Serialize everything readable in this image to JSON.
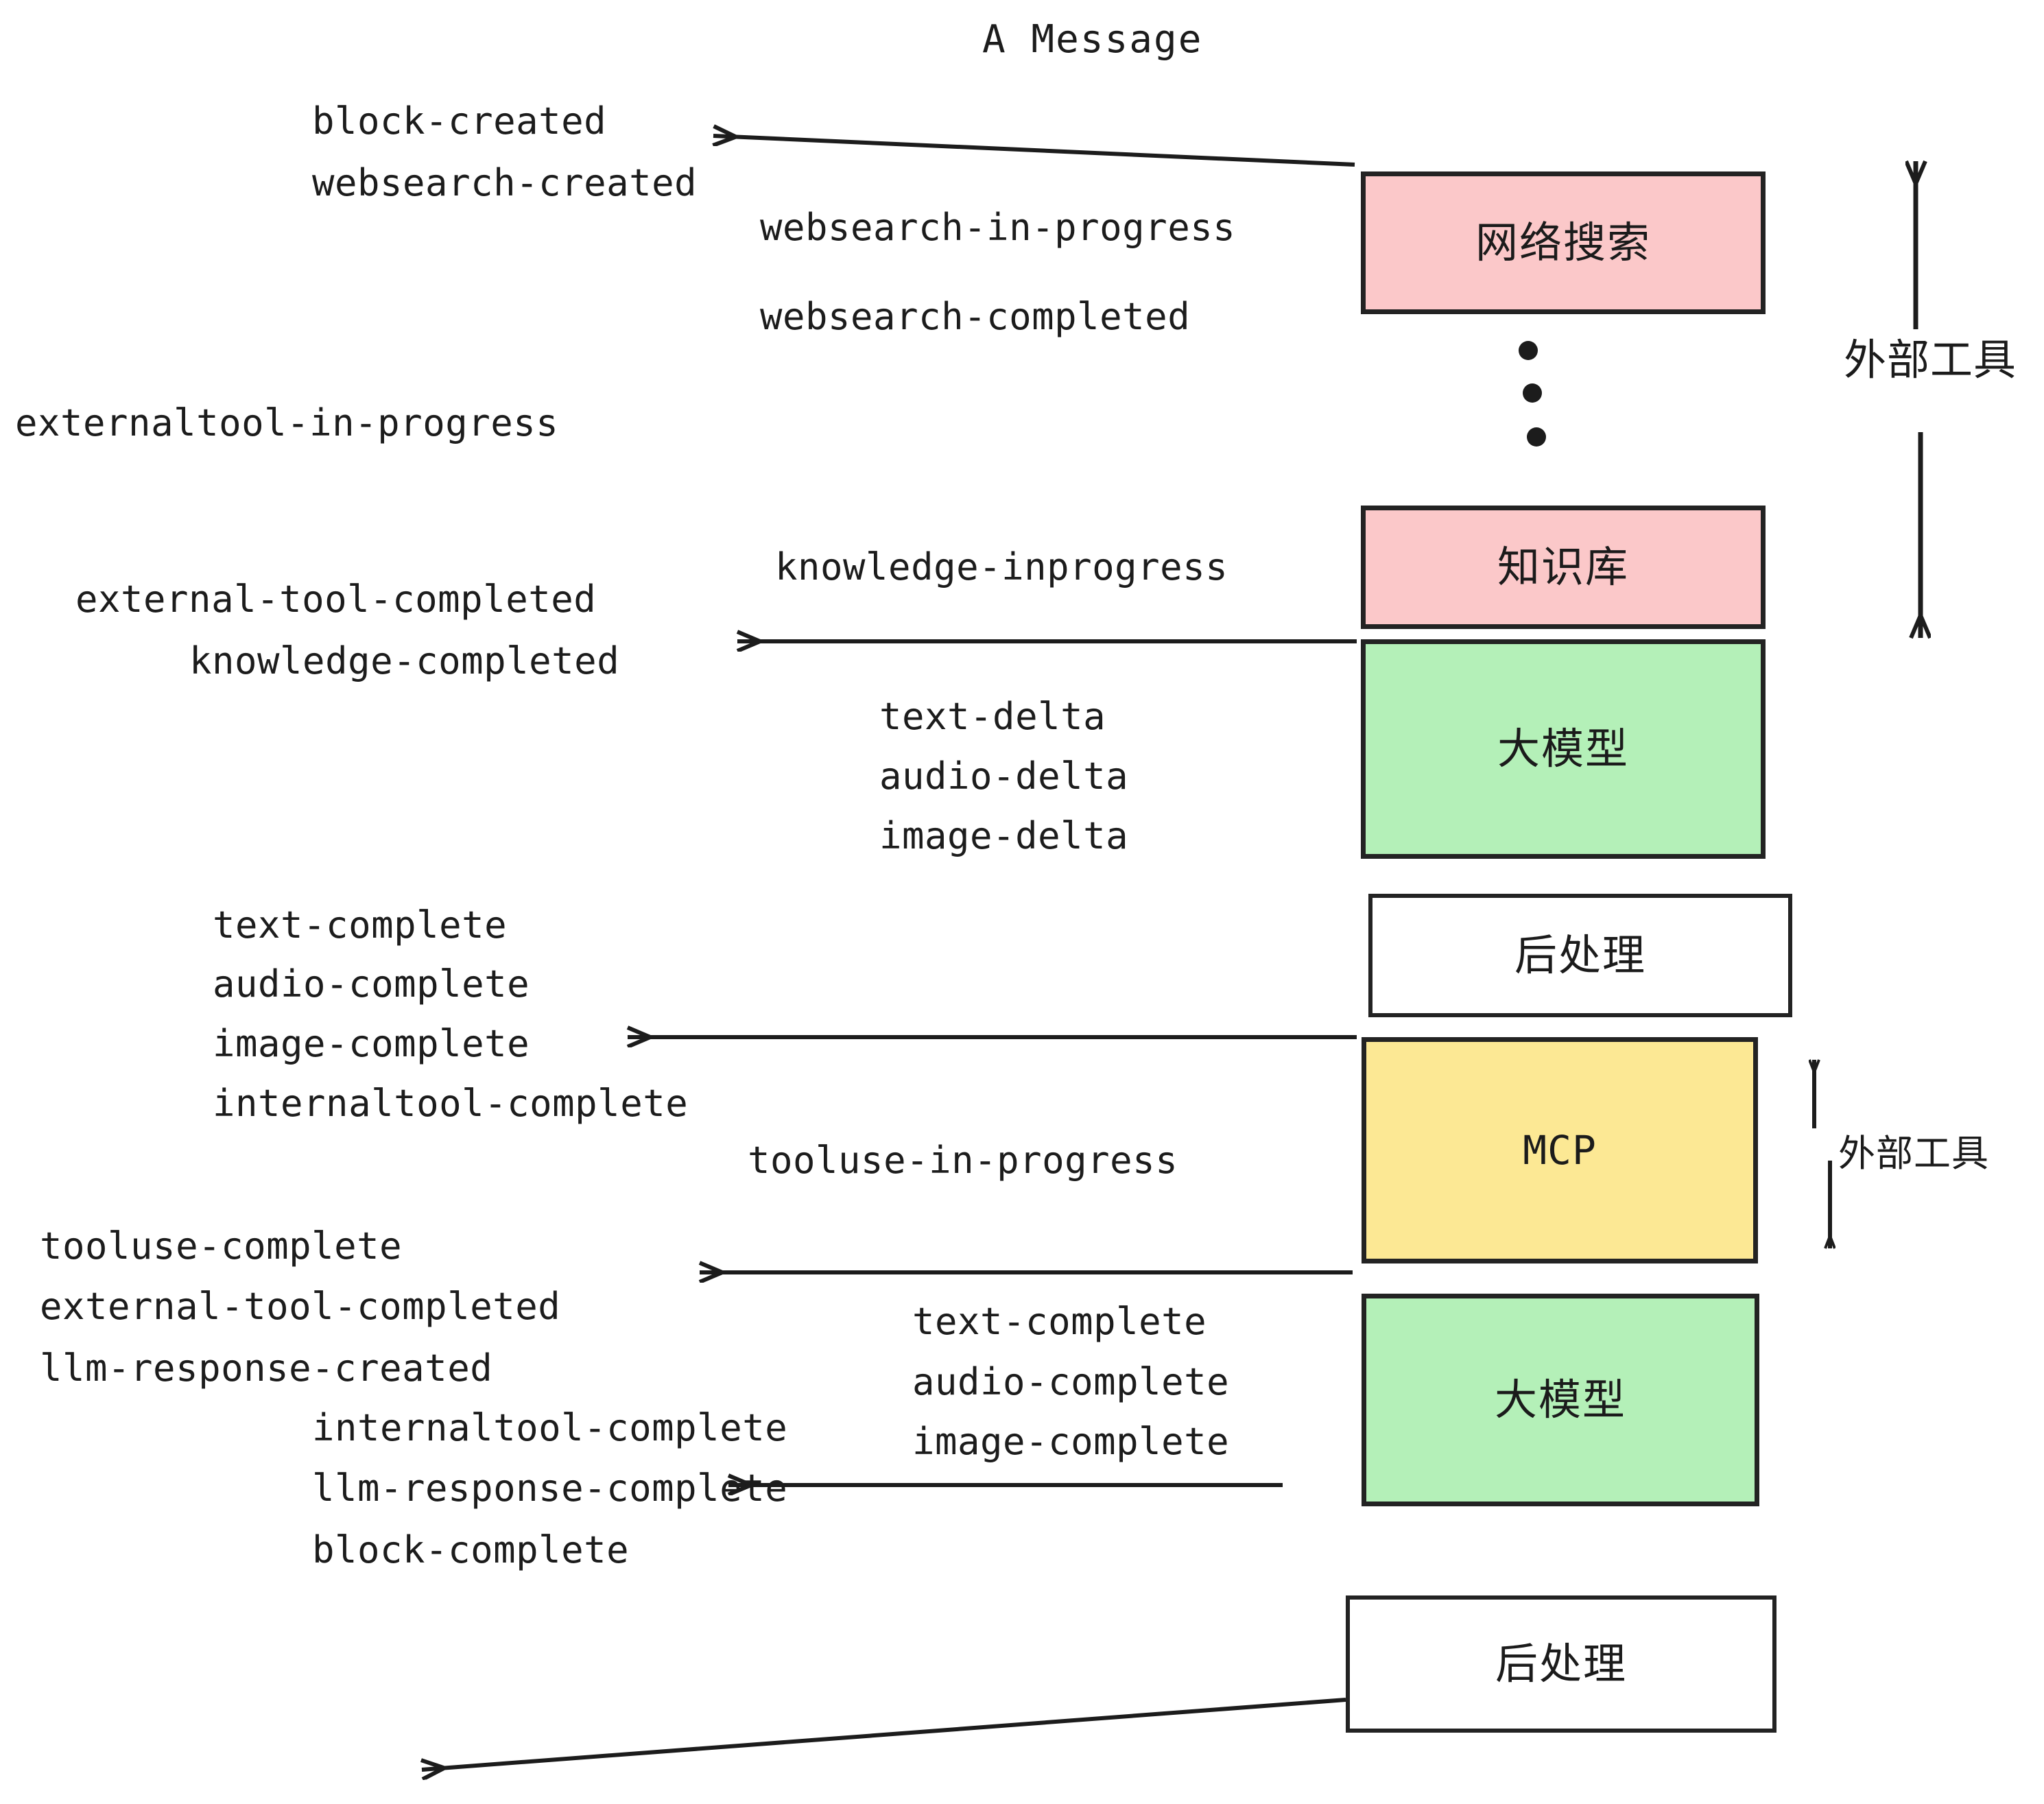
{
  "diagram": {
    "title": "A Message",
    "boxes": [
      {
        "id": "websearch",
        "label": "网络搜索",
        "color": "#FBC8C9",
        "type": "external-tool"
      },
      {
        "id": "knowledge",
        "label": "知识库",
        "color": "#FBC8C9",
        "type": "external-tool"
      },
      {
        "id": "llm-1",
        "label": "大模型",
        "color": "#B4F0B8",
        "type": "llm"
      },
      {
        "id": "post-1",
        "label": "后处理",
        "color": "#FFFFFF",
        "type": "post-process"
      },
      {
        "id": "mcp",
        "label": "MCP",
        "color": "#FCE894",
        "type": "external-tool"
      },
      {
        "id": "llm-2",
        "label": "大模型",
        "color": "#B4F0B8",
        "type": "llm"
      },
      {
        "id": "post-2",
        "label": "后处理",
        "color": "#FFFFFF",
        "type": "post-process"
      }
    ],
    "side_labels": [
      {
        "id": "external-tools-top",
        "text": "外部工具"
      },
      {
        "id": "external-tools-bottom",
        "text": "外部工具"
      }
    ],
    "events": [
      {
        "id": "e01",
        "text": "block-created"
      },
      {
        "id": "e02",
        "text": "websearch-created"
      },
      {
        "id": "e03",
        "text": "websearch-in-progress"
      },
      {
        "id": "e04",
        "text": "websearch-completed"
      },
      {
        "id": "e05",
        "text": "externaltool-in-progress"
      },
      {
        "id": "e06",
        "text": "knowledge-inprogress"
      },
      {
        "id": "e07",
        "text": "external-tool-completed"
      },
      {
        "id": "e08",
        "text": "knowledge-completed"
      },
      {
        "id": "e09",
        "text": "text-delta"
      },
      {
        "id": "e10",
        "text": "audio-delta"
      },
      {
        "id": "e11",
        "text": "image-delta"
      },
      {
        "id": "e12",
        "text": "text-complete"
      },
      {
        "id": "e13",
        "text": "audio-complete"
      },
      {
        "id": "e14",
        "text": "image-complete"
      },
      {
        "id": "e15",
        "text": "internaltool-complete"
      },
      {
        "id": "e16",
        "text": "tooluse-in-progress"
      },
      {
        "id": "e17",
        "text": "tooluse-complete"
      },
      {
        "id": "e18",
        "text": "external-tool-completed"
      },
      {
        "id": "e19",
        "text": "llm-response-created"
      },
      {
        "id": "e20",
        "text": "text-complete"
      },
      {
        "id": "e21",
        "text": "audio-complete"
      },
      {
        "id": "e22",
        "text": "image-complete"
      },
      {
        "id": "e23",
        "text": "internaltool-complete"
      },
      {
        "id": "e24",
        "text": "llm-response-complete"
      },
      {
        "id": "e25",
        "text": "block-complete"
      }
    ],
    "colors": {
      "stroke": "#232323",
      "text": "#1c1c1c",
      "background": "#ffffff",
      "pink": "#FBC8C9",
      "green": "#B4F0B8",
      "yellow": "#FCE894",
      "white": "#FFFFFF"
    }
  }
}
